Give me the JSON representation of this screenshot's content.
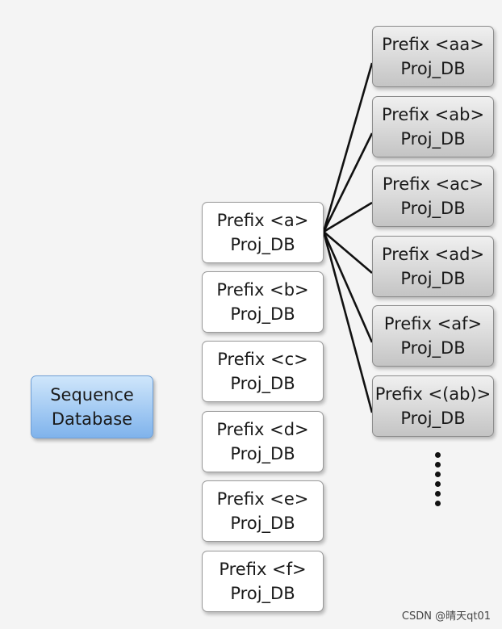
{
  "root": {
    "line1": "Sequence",
    "line2": "Database"
  },
  "level1": [
    {
      "prefix": "Prefix <a>",
      "db": "Proj_DB"
    },
    {
      "prefix": "Prefix <b>",
      "db": "Proj_DB"
    },
    {
      "prefix": "Prefix <c>",
      "db": "Proj_DB"
    },
    {
      "prefix": "Prefix <d>",
      "db": "Proj_DB"
    },
    {
      "prefix": "Prefix <e>",
      "db": "Proj_DB"
    },
    {
      "prefix": "Prefix <f>",
      "db": "Proj_DB"
    }
  ],
  "level2": [
    {
      "prefix": "Prefix <aa>",
      "db": "Proj_DB"
    },
    {
      "prefix": "Prefix <ab>",
      "db": "Proj_DB"
    },
    {
      "prefix": "Prefix <ac>",
      "db": "Proj_DB"
    },
    {
      "prefix": "Prefix <ad>",
      "db": "Proj_DB"
    },
    {
      "prefix": "Prefix <af>",
      "db": "Proj_DB"
    },
    {
      "prefix": "Prefix <(ab)>",
      "db": "Proj_DB"
    }
  ],
  "watermark": "CSDN @晴天qt01",
  "colors": {
    "root_fill_top": "#cfe6fb",
    "root_fill_bottom": "#7fb3ec",
    "level2_fill": "#d6d6d6",
    "annotation": "#d42a1e",
    "connector": "#111111"
  }
}
